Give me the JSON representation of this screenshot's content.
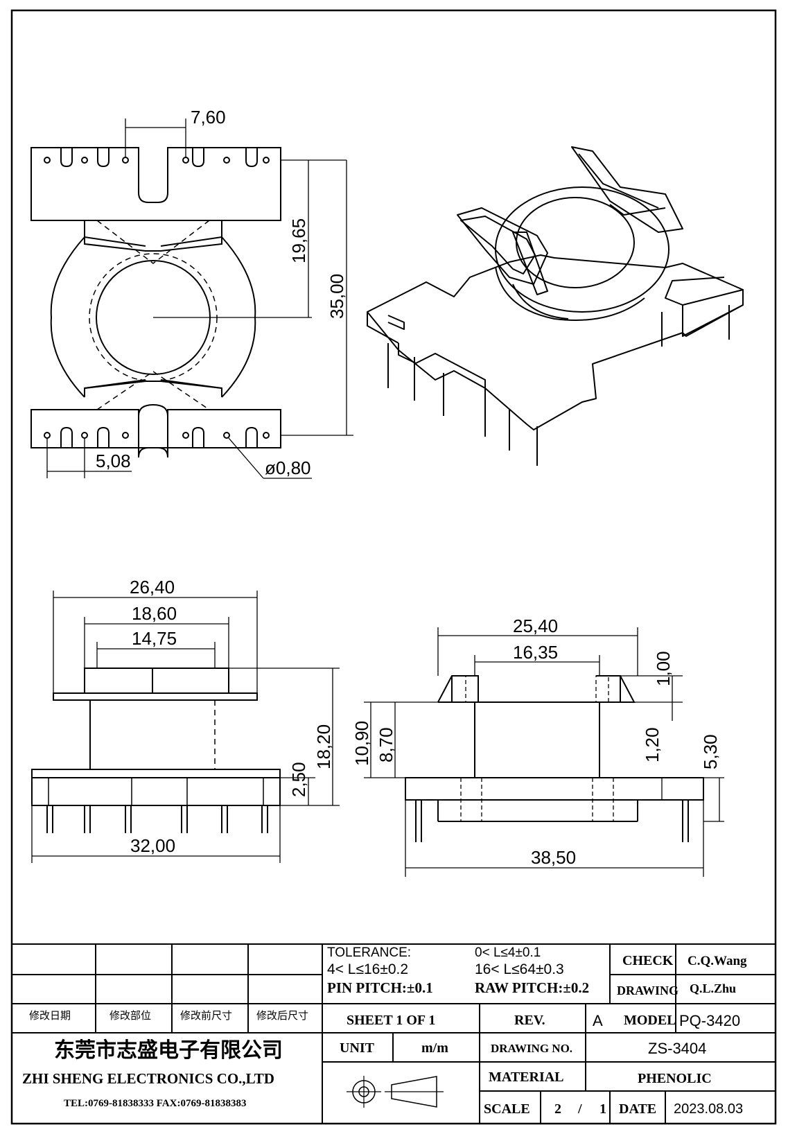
{
  "dimensions": {
    "top_view": {
      "pin_gap": "7,60",
      "half_height": "19,65",
      "total_height": "35,00",
      "pin_pitch": "5,08",
      "pin_diameter": "ø0,80"
    },
    "front_view": {
      "flange_width": "26,40",
      "winding_width": "18,60",
      "bore_width": "14,75",
      "base_width": "32,00",
      "total_height": "18,20",
      "base_height": "2,50"
    },
    "side_view": {
      "flange_width": "25,40",
      "core_width": "16,35",
      "top_thickness": "1,00",
      "height_a": "10,90",
      "height_b": "8,70",
      "step": "1,20",
      "base_height": "5,30",
      "base_width": "38,50"
    }
  },
  "title_block": {
    "revision_headers": [
      "修改日期",
      "修改部位",
      "修改前尺寸",
      "修改后尺寸"
    ],
    "tolerance_label": "TOLERANCE:",
    "tol_1": "0< L≤4±0.1",
    "tol_2": "4< L≤16±0.2",
    "tol_3": "16< L≤64±0.3",
    "pin_pitch": "PIN PITCH:±0.1",
    "raw_pitch": "RAW PITCH:±0.2",
    "check_label": "CHECK",
    "check_value": "C.Q.Wang",
    "drawing_label": "DRAWING",
    "drawing_value": "Q.L.Zhu",
    "sheet": "SHEET 1 OF 1",
    "rev_label": "REV.",
    "rev_value": "A",
    "model_label": "MODEL",
    "model_value": "PQ-3420",
    "company_cn": "东莞市志盛电子有限公司",
    "company_en": "ZHI SHENG ELECTRONICS CO.,LTD",
    "contact": "TEL:0769-81838333 FAX:0769-81838383",
    "unit_label": "UNIT",
    "unit_value": "m/m",
    "drawing_no_label": "DRAWING NO.",
    "drawing_no_value": "ZS-3404",
    "material_label": "MATERIAL",
    "material_value": "PHENOLIC",
    "scale_label": "SCALE",
    "scale_num": "2",
    "scale_sep": "/",
    "scale_den": "1",
    "date_label": "DATE",
    "date_value": "2023.08.03"
  }
}
